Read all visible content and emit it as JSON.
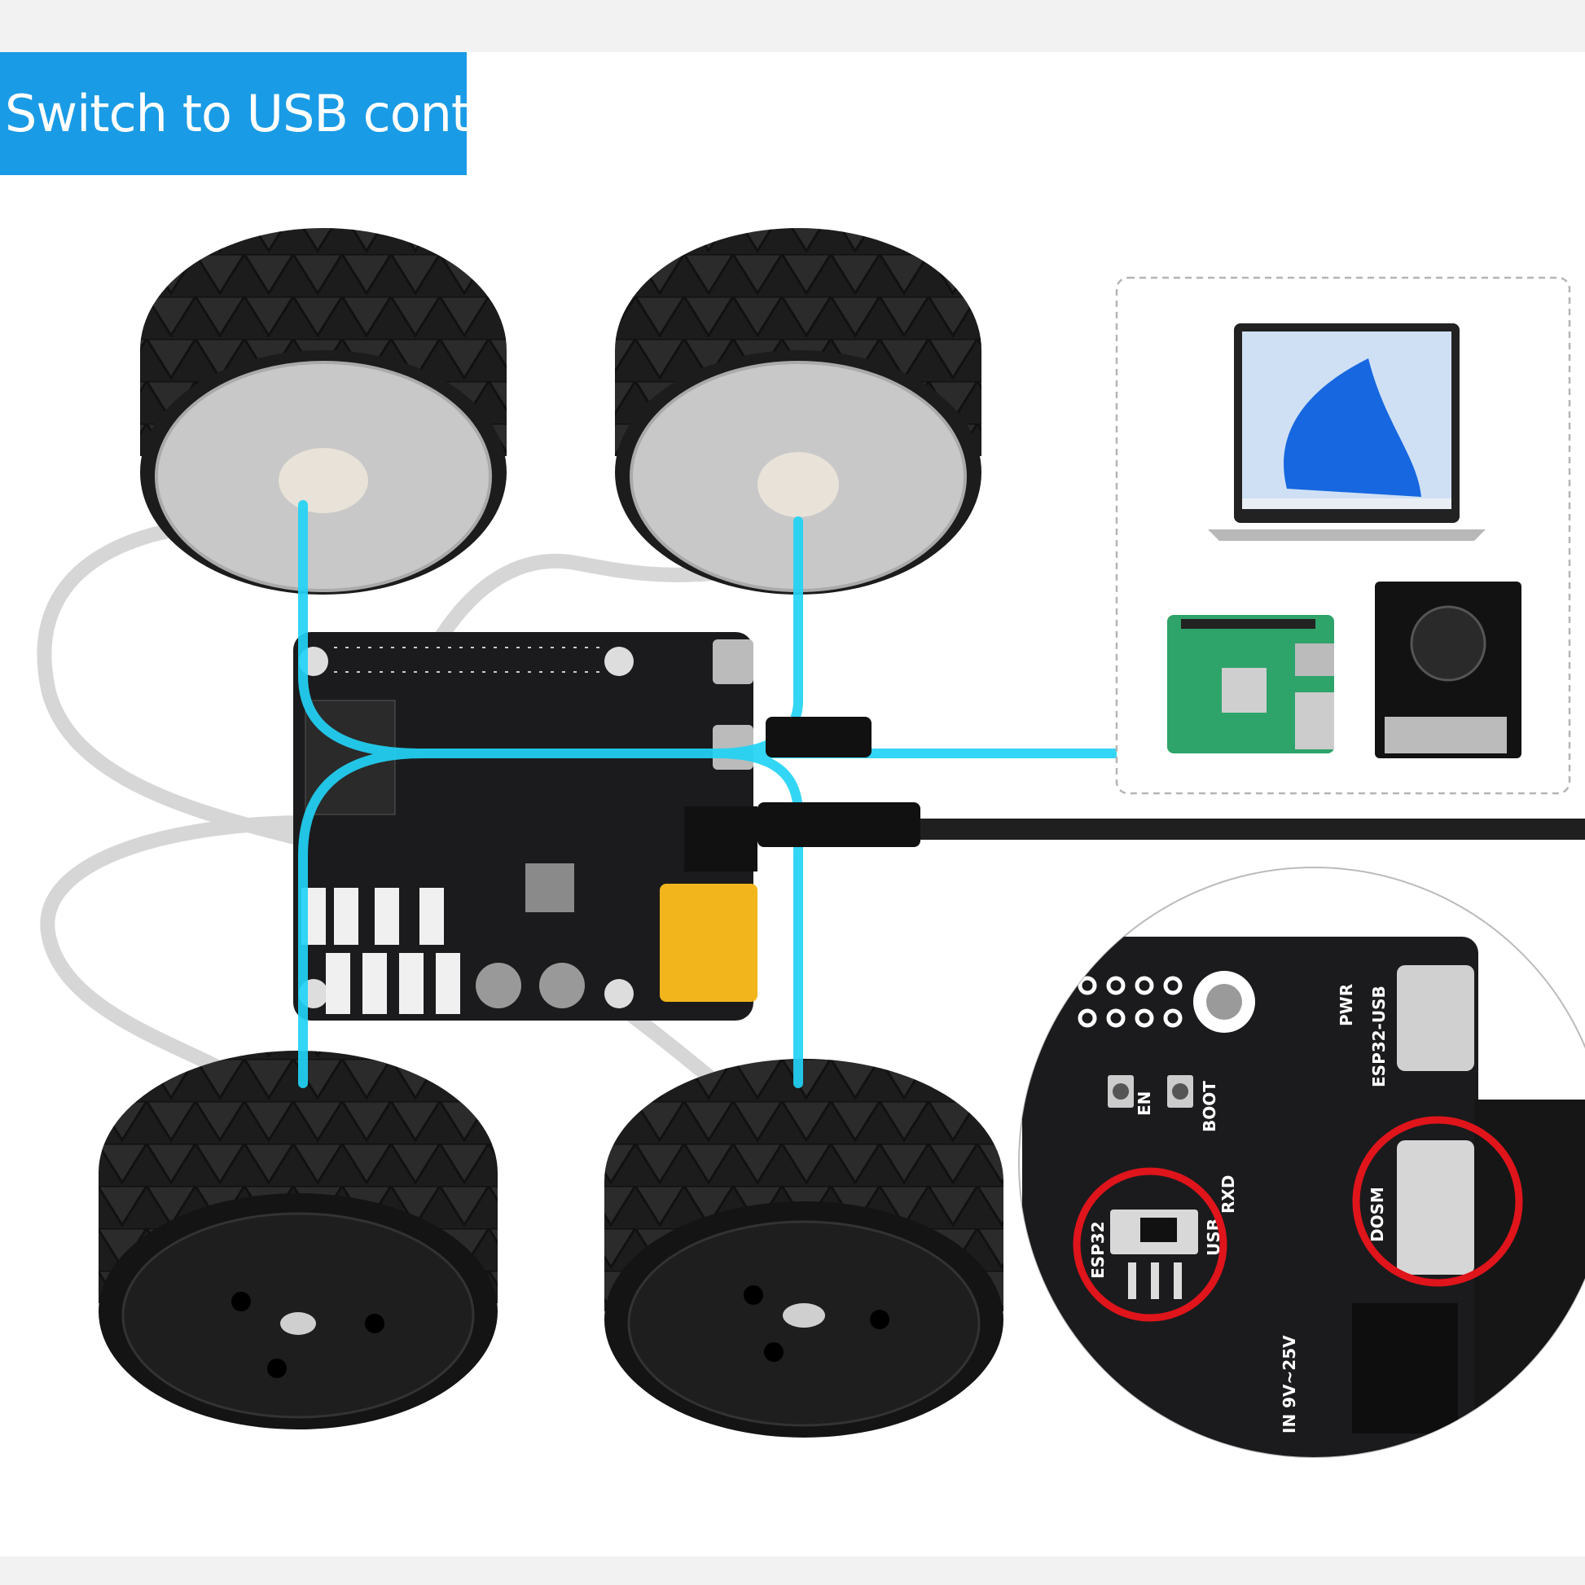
{
  "banner": {
    "title": "Switch to USB control"
  },
  "inset": {
    "labels": {
      "switch_left": "ESP32",
      "switch_right": "USB",
      "button_en": "EN",
      "button_boot": "BOOT",
      "led_pwr": "PWR",
      "port_top": "ESP32-USB",
      "port_bottom": "DOSM",
      "rx": "RXD",
      "power_in": "IN 9V~25V"
    },
    "highlight_color": "#e0141b"
  },
  "colors": {
    "accent": "#1a9be6",
    "signal_line": "#22d3f5",
    "pcb": "#1b1b1d"
  }
}
